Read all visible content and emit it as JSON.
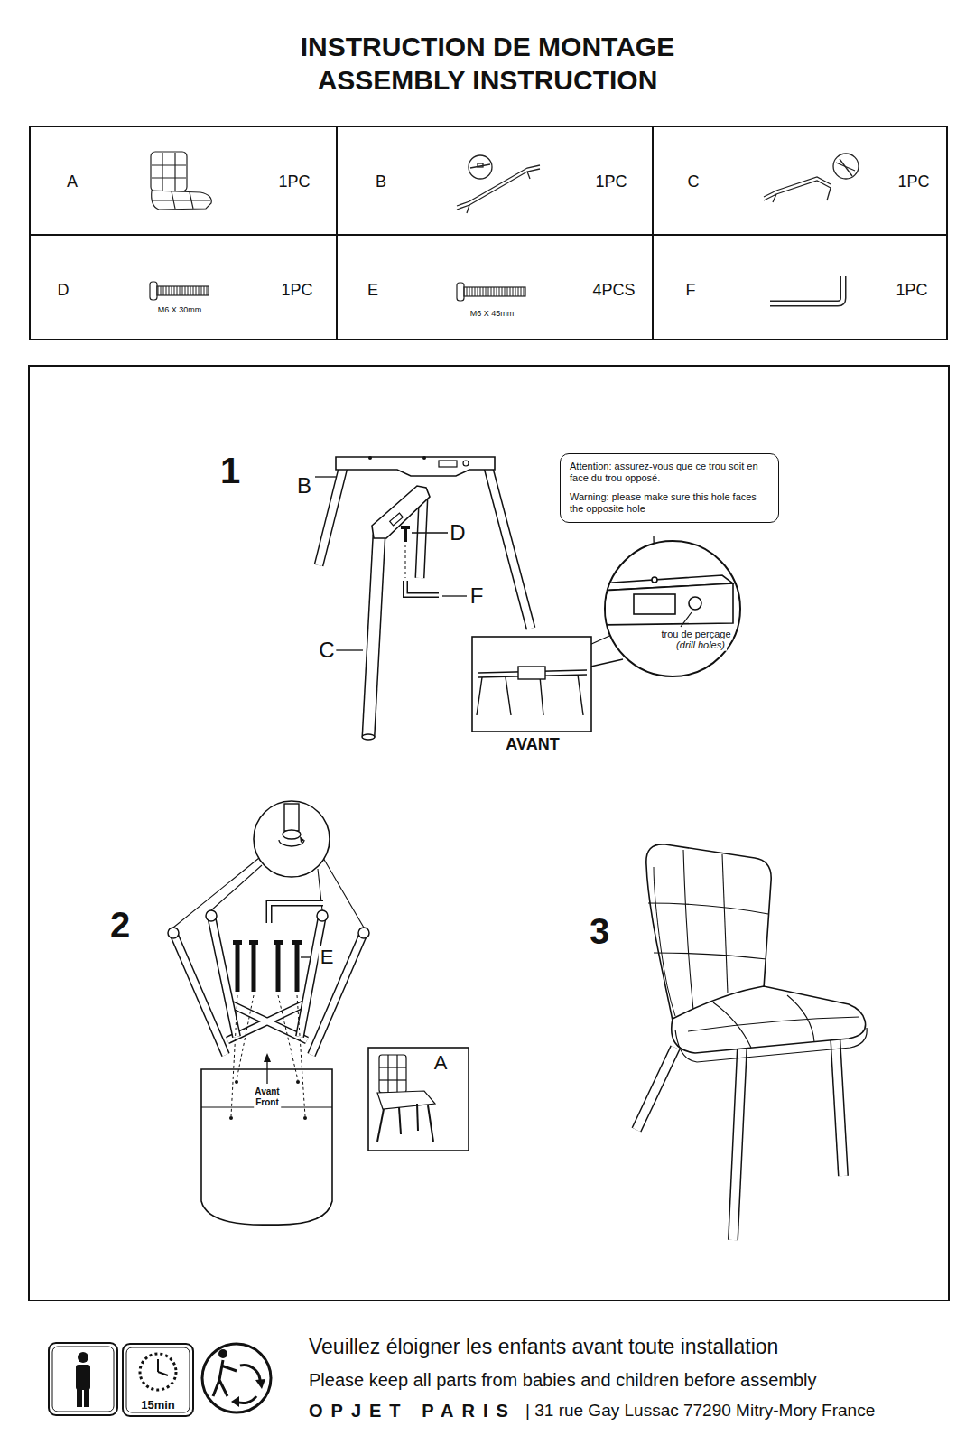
{
  "diagram": {
    "title": "INSTRUCTION DE MONTAGE ASSEMBLY INSTRUCTION",
    "nodes": [
      {
        "text": [
          "A",
          "1PC"
        ]
      },
      {
        "text": [
          "B",
          "1PC"
        ]
      },
      {
        "text": [
          "C",
          "1PC"
        ]
      },
      {
        "text": [
          "D",
          "M6 X 30mm",
          "1PC"
        ]
      },
      {
        "text": [
          "E",
          "M6 X 45mm",
          "4PCS"
        ]
      },
      {
        "text": [
          "F",
          "1PC"
        ]
      },
      {
        "text": [
          "Attention: assurez-vous que ce trou soit en face du trou opposé.",
          "Warning: please make sure this hole faces the opposite hole"
        ]
      }
    ],
    "labels": [
      "1",
      "B",
      "D",
      "F",
      "C",
      "trou de perçage",
      "(drill holes)",
      "AVANT",
      "2",
      "E",
      "Avant",
      "Front",
      "A",
      "3",
      "Veuillez éloigner les enfants avant toute installation",
      "Please keep all parts from babies and children before assembly",
      "OPJET PARIS",
      "| 31 rue Gay Lussac 77290 Mitry-Mory France",
      "15min"
    ]
  }
}
